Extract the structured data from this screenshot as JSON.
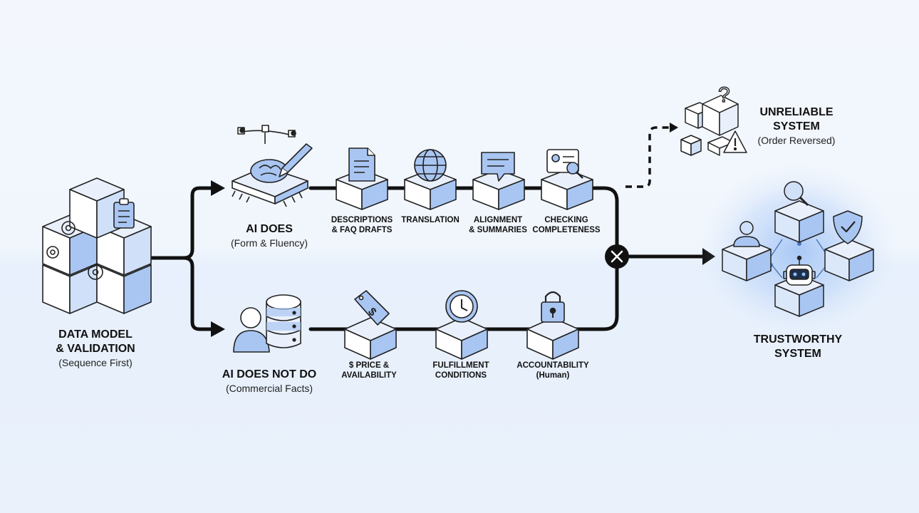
{
  "data_model": {
    "title_line1": "DATA MODEL",
    "title_line2": "& VALIDATION",
    "subtitle": "(Sequence First)"
  },
  "ai_does": {
    "title": "AI DOES",
    "subtitle": "(Form & Fluency)",
    "steps": [
      {
        "line1": "DESCRIPTIONS",
        "line2": "& FAQ DRAFTS",
        "icon": "document-icon"
      },
      {
        "line1": "TRANSLATION",
        "line2": "",
        "icon": "globe-icon"
      },
      {
        "line1": "ALIGNMENT",
        "line2": "& SUMMARIES",
        "icon": "chat-bubble-icon"
      },
      {
        "line1": "CHECKING",
        "line2": "COMPLETENESS",
        "icon": "id-card-search-icon"
      }
    ]
  },
  "ai_does_not": {
    "title": "AI DOES NOT DO",
    "subtitle": "(Commercial Facts)",
    "steps": [
      {
        "line1": "$ PRICE &",
        "line2": "AVAILABILITY",
        "icon": "price-tag-icon"
      },
      {
        "line1": "FULFILLMENT",
        "line2": "CONDITIONS",
        "icon": "clock-icon"
      },
      {
        "line1": "ACCOUNTABILITY",
        "line2": "(Human)",
        "icon": "padlock-icon"
      }
    ]
  },
  "unreliable": {
    "title_line1": "UNRELIABLE",
    "title_line2": "SYSTEM",
    "subtitle": "(Order Reversed)"
  },
  "trustworthy": {
    "title_line1": "TRUSTWORTHY",
    "title_line2": "SYSTEM"
  },
  "colors": {
    "accent": "#a9c6f2",
    "accent_light": "#cfe0f8",
    "line": "#111111",
    "glow": "#6fa3f0"
  }
}
